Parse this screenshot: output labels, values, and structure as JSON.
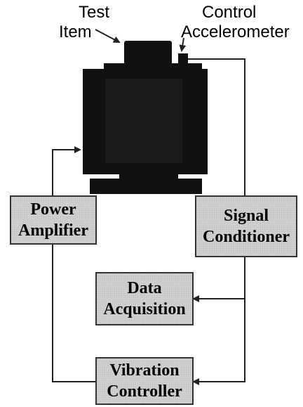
{
  "labels": {
    "test_item_line1": "Test",
    "test_item_line2": "Item",
    "control_line1": "Control",
    "control_line2": "Accelerometer"
  },
  "boxes": {
    "power_amplifier": [
      "Power",
      "Amplifier"
    ],
    "signal_conditioner": [
      "Signal",
      "Conditioner"
    ],
    "data_acquisition": [
      "Data",
      "Acquisition"
    ],
    "vibration_controller": [
      "Vibration",
      "Controller"
    ]
  },
  "colors": {
    "box_fill": "#cfcfcf",
    "shaker": "#111111",
    "line": "#222222"
  }
}
